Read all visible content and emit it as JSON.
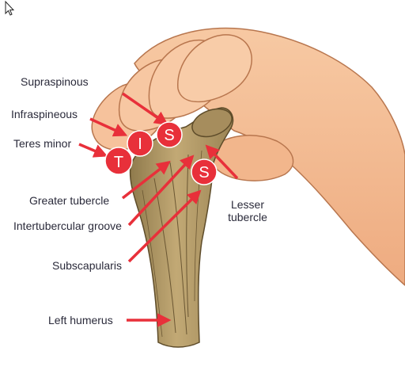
{
  "labels": {
    "supraspinous": "Supraspinous",
    "infraspineous": "Infraspineous",
    "teres_minor": "Teres minor",
    "greater_tubercle": "Greater tubercle",
    "intertubercular_groove": "Intertubercular groove",
    "subscapularis": "Subscapularis",
    "left_humerus": "Left humerus",
    "lesser_tubercle_line1": "Lesser",
    "lesser_tubercle_line2": "tubercle"
  },
  "badges": {
    "supraspinatus": "S",
    "infraspinatus": "I",
    "teres_minor": "T",
    "subscapularis": "S"
  },
  "colors": {
    "arrow": "#e8303a",
    "badge": "#e8303a",
    "skin": "#f4bd95",
    "bone": "#b39a66"
  }
}
